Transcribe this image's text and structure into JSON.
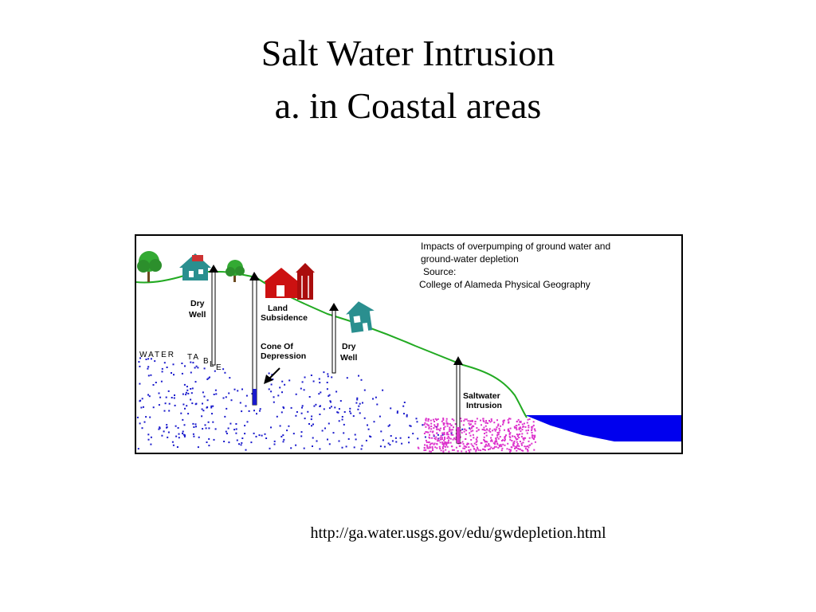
{
  "slide": {
    "title_line1": "Salt Water Intrusion",
    "title_line2": "a. in Coastal areas",
    "source_url": "http://ga.water.usgs.gov/edu/gwdepletion.html"
  },
  "diagram": {
    "caption": {
      "line1": "Impacts of overpumping of ground water and",
      "line2": "ground-water depletion",
      "line3": "Source:",
      "line4": "College of Alameda Physical Geography"
    },
    "labels": {
      "dry_well_1_a": "Dry",
      "dry_well_1_b": "Well",
      "land_subsidence_a": "Land",
      "land_subsidence_b": "Subsidence",
      "cone_a": "Cone Of",
      "cone_b": "Depression",
      "dry_well_2_a": "Dry",
      "dry_well_2_b": "Well",
      "saltwater_a": "Saltwater",
      "saltwater_b": "Intrusion",
      "water_table_1": "WATER",
      "water_table_2": "TA",
      "water_table_3": "B",
      "water_table_4": "L",
      "water_table_5": "E"
    },
    "colors": {
      "ground_line": "#22aa22",
      "fresh_water_dots": "#1a1acc",
      "salt_water_dots": "#dd33cc",
      "ocean": "#0000ee",
      "house": "#2a8f8f",
      "barn": "#cc1111",
      "tree": "#33aa33"
    }
  }
}
